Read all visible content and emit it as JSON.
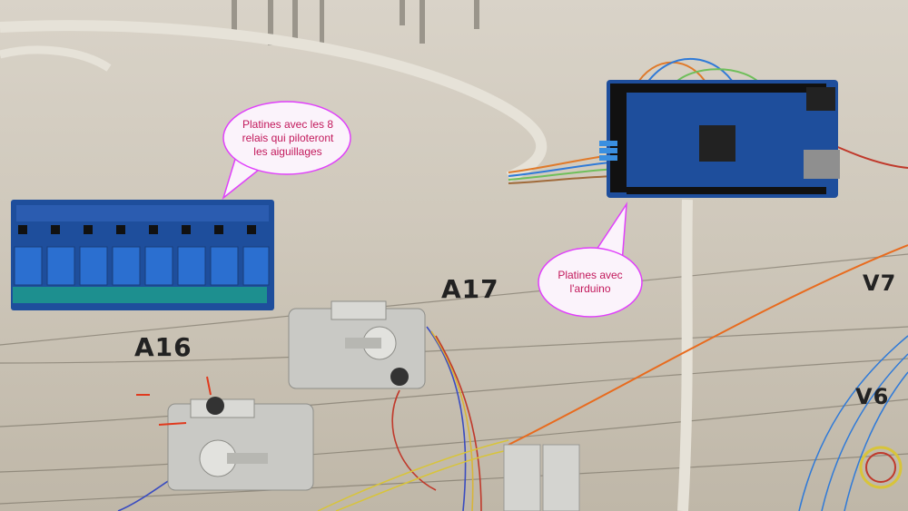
{
  "callouts": {
    "relays": "Platines avec les 8 relais qui piloteront les aiguillages",
    "arduino": "Platines avec l'arduino"
  },
  "board_labels": {
    "a16": "A16",
    "a17": "A17",
    "v7": "V7",
    "v6": "V6"
  },
  "colors": {
    "callout_border": "#e040fb",
    "callout_text": "#c2185b",
    "pcb": "#1e4e9c",
    "relay": "#2b6fd0"
  },
  "icons": {
    "relay_board": "relay-module-icon",
    "arduino": "arduino-mega-icon",
    "servo_a16": "turnout-motor-icon",
    "servo_a17": "turnout-motor-icon",
    "logo": "club-logo-icon"
  }
}
